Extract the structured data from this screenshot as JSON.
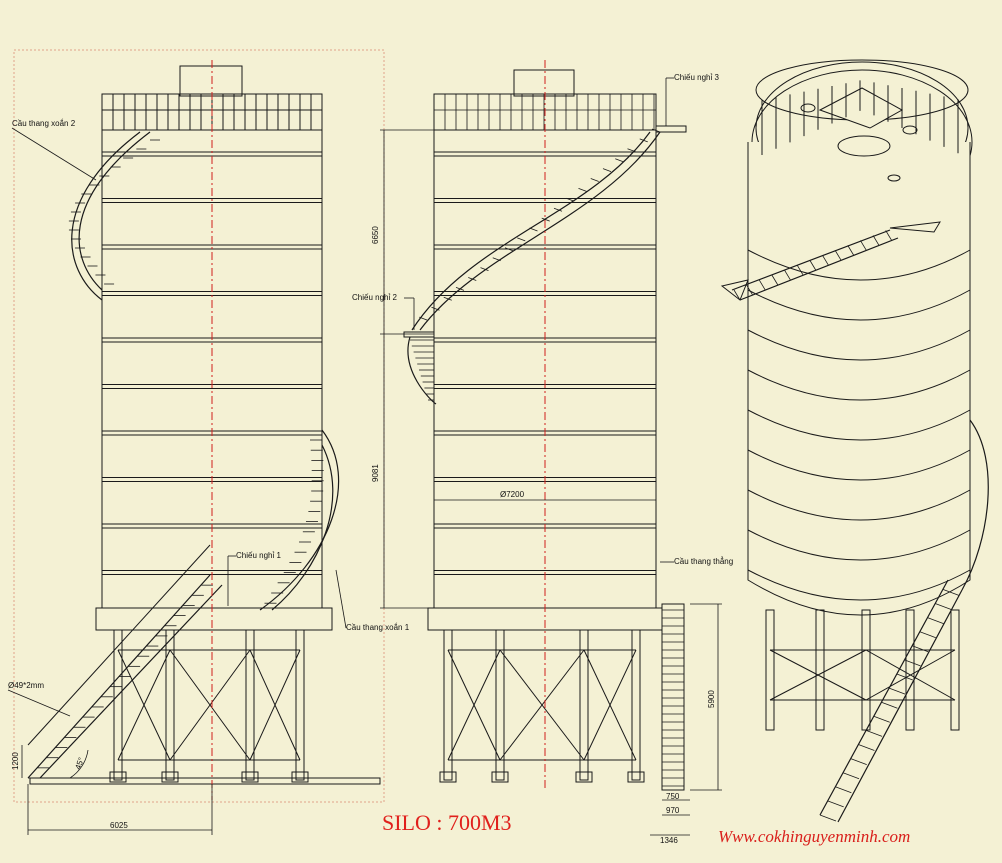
{
  "title": "SILO : 700M3",
  "website": "Www.cokhinguyenminh.com",
  "labels": {
    "spiral_stair_2": "Cầu thang xoắn 2",
    "spiral_stair_1": "Cầu thang xoắn 1",
    "landing_1": "Chiếu nghỉ 1",
    "landing_2": "Chiếu nghỉ 2",
    "landing_3": "Chiếu nghỉ 3",
    "straight_stair": "Cầu thang thẳng",
    "pipe": "Ø49*2mm",
    "diameter": "Ø7200",
    "angle": "45°"
  },
  "dimensions": {
    "upper_height": "6650",
    "lower_height": "9081",
    "stair_height": "5900",
    "base_height": "1200",
    "horizontal_run": "6025",
    "stair_width_1": "750",
    "stair_width_2": "970",
    "stair_width_3": "1346"
  },
  "colors": {
    "background": "#f4f1d4",
    "line": "#1a1a1a",
    "centerline": "#d0201c",
    "border": "#e0a38a"
  }
}
